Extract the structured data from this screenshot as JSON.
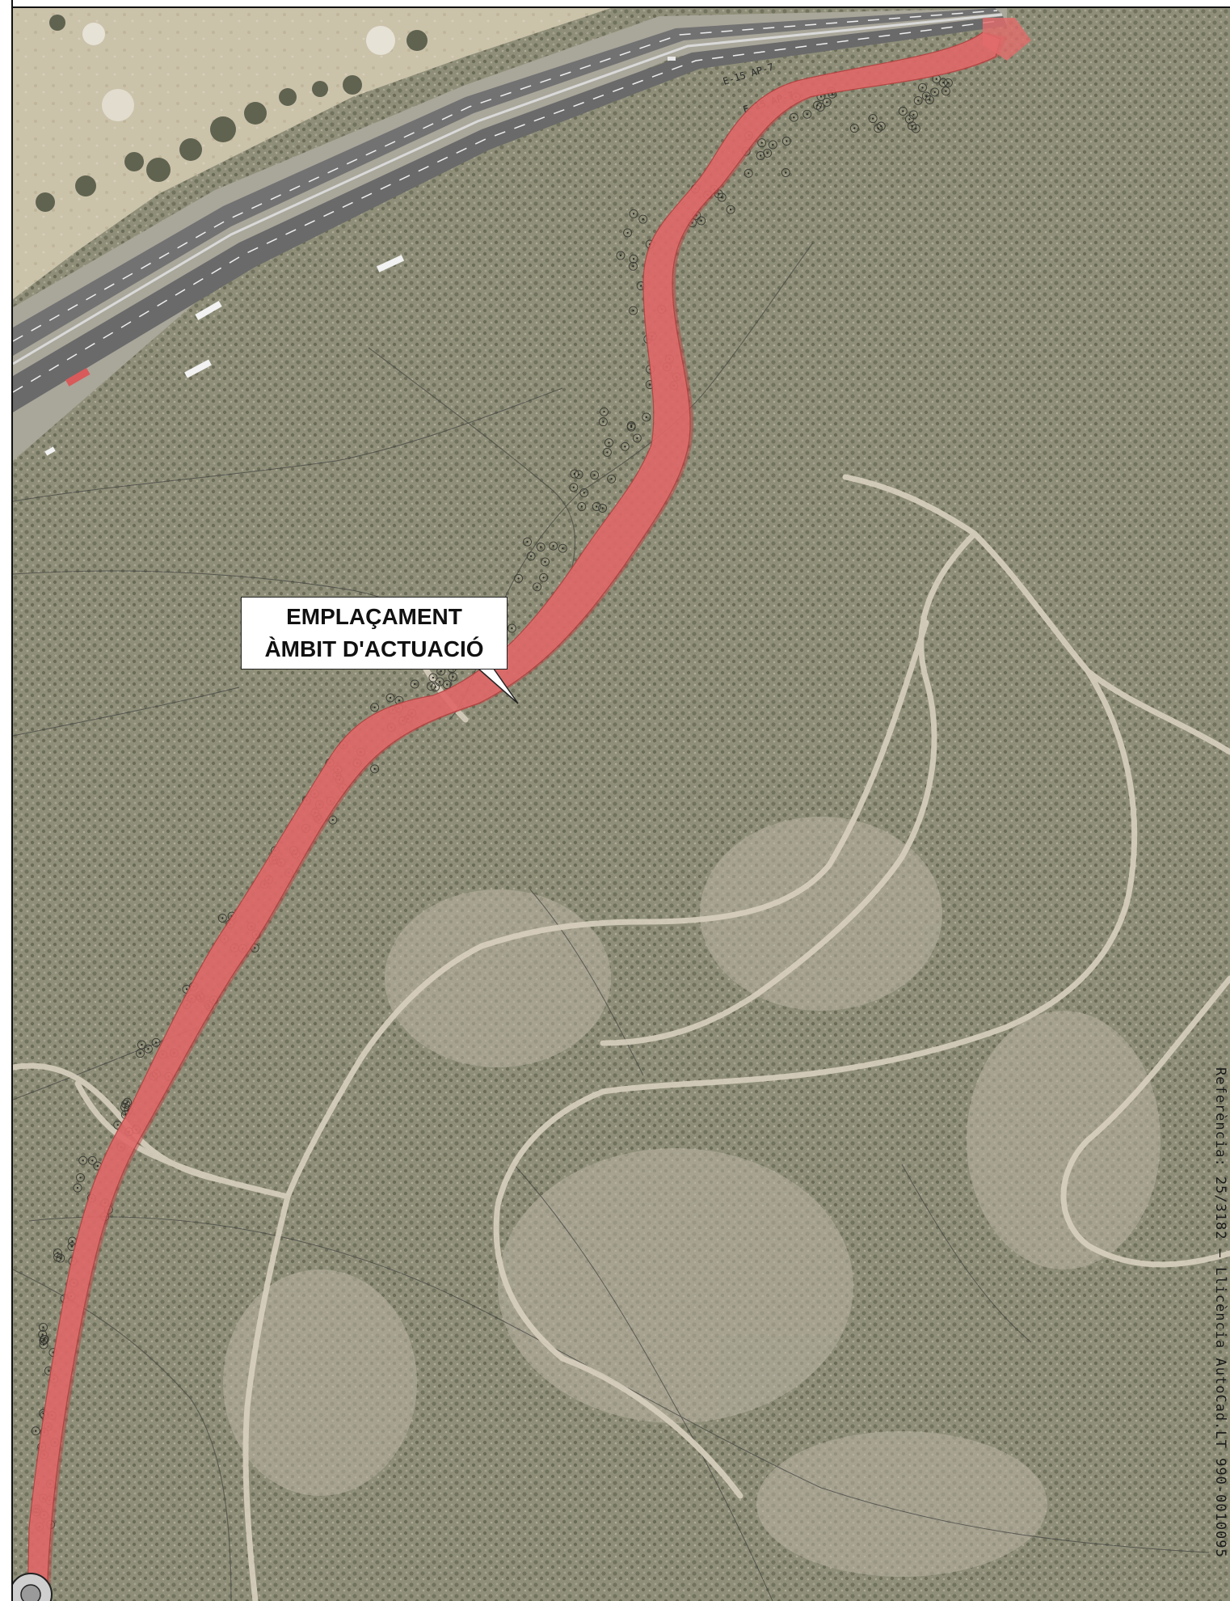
{
  "callout": {
    "line1": "EMPLAÇAMENT",
    "line2": "ÀMBIT D'ACTUACIÓ"
  },
  "highway": {
    "label_north": "E-15  AP-7",
    "label_south": "E-15  AP-7"
  },
  "reference": "Referència: 25/3182 – Llicència AutoCad.LT 990-0010095",
  "colors": {
    "vegetation": "#8a8a74",
    "clearing": "#c6c0b3",
    "golf_grass": "#c9bfa8",
    "highway": "#6d6d6d",
    "path_red": "#e46c6c",
    "path_red_edge": "#b73c3c",
    "track": "#d7cfc0"
  },
  "icons": {
    "tree_symbol": "circle-dot-icon"
  }
}
